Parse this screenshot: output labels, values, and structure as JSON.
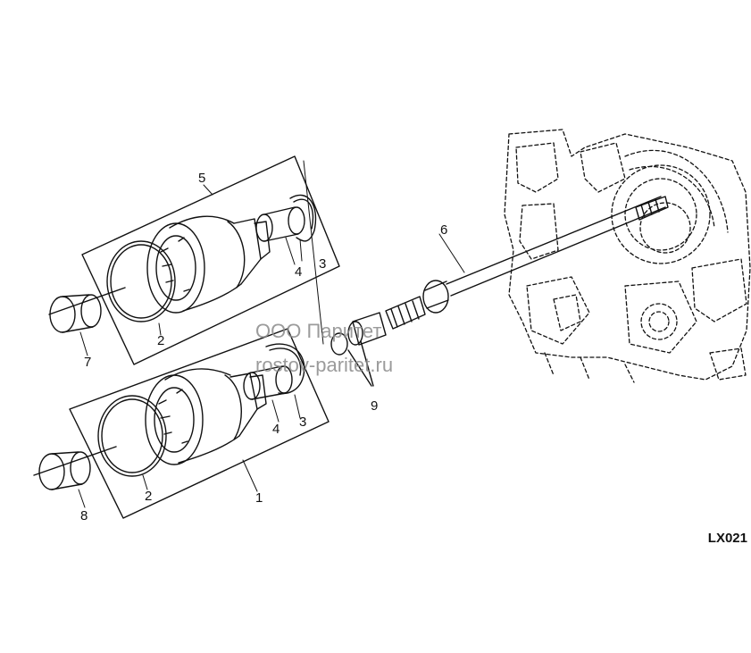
{
  "diagram": {
    "code": "LX021",
    "callouts": {
      "c1": "1",
      "c2a": "2",
      "c2b": "2",
      "c3a": "3",
      "c3b": "3",
      "c4a": "4",
      "c4b": "4",
      "c5": "5",
      "c6": "6",
      "c7": "7",
      "c8": "8",
      "c9": "9"
    }
  },
  "watermark": {
    "line1": "ООО Паритет",
    "line2": "rostov-paritet.ru"
  },
  "colors": {
    "ink": "#111111",
    "watermark": "#8a8a8a"
  }
}
